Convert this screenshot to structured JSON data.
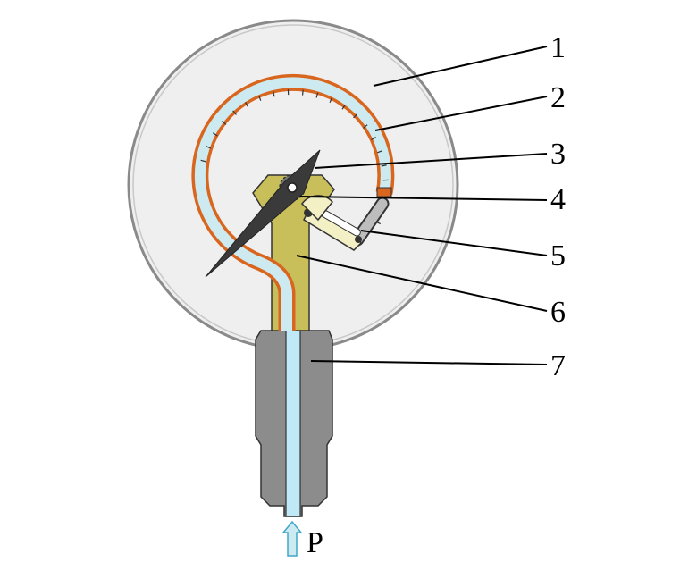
{
  "callouts": [
    {
      "id": "1",
      "label": "1"
    },
    {
      "id": "2",
      "label": "2"
    },
    {
      "id": "3",
      "label": "3"
    },
    {
      "id": "4",
      "label": "4"
    },
    {
      "id": "5",
      "label": "5"
    },
    {
      "id": "6",
      "label": "6"
    },
    {
      "id": "7",
      "label": "7"
    }
  ],
  "pressure_label": "P",
  "colors": {
    "dial_face": "#efefef",
    "dial_rim": "#8a8a8a",
    "tube_copper": "#d9661f",
    "tube_fill": "#cdeaf0",
    "socket": "#8c8c8c",
    "bracket": "#c9bf5a",
    "pointer": "#3a3a3a",
    "gear": "#f2f0c4",
    "link": "#bdbdbd",
    "channel": "#bfe9f7"
  }
}
